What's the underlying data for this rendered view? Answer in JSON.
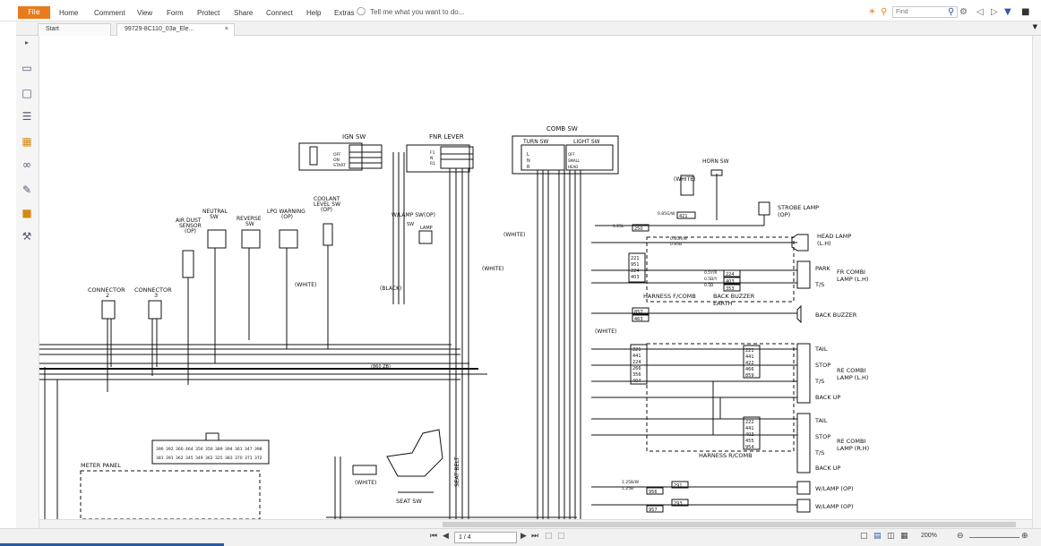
{
  "menu": {
    "file": "File",
    "items": [
      "Home",
      "Comment",
      "View",
      "Form",
      "Protect",
      "Share",
      "Connect",
      "Help",
      "Extras"
    ],
    "tell_me": "Tell me what you want to do...",
    "find_placeholder": "Find"
  },
  "tabs": [
    {
      "label": "Start"
    },
    {
      "label": "99729-8C110_03a_Ele..."
    }
  ],
  "status": {
    "page": "1 / 4",
    "zoom": "200%"
  },
  "diagram": {
    "switch_labels": {
      "ign": "IGN SW",
      "fnr": "FNR LEVER",
      "comb": "COMB SW",
      "turn": "TURN SW",
      "light": "LIGHT SW",
      "horn": "HORN SW",
      "strobe": "STROBE LAMP",
      "strobe_op": "(OP)"
    },
    "ign_rows": [
      "OFF",
      "ON",
      "START"
    ],
    "fnr_rows": [
      "F1",
      "N",
      "R1"
    ],
    "turn_rows": [
      "L",
      "N",
      "R"
    ],
    "light_rows": [
      "OFF",
      "SMALL",
      "HEAD"
    ],
    "sensors": {
      "air_dust": [
        "AIR DUST",
        "SENSOR",
        "(OP)"
      ],
      "neutral": [
        "NEUTRAL",
        "SW"
      ],
      "reverse": [
        "REVERSE",
        "SW"
      ],
      "lpg": [
        "LPG WARNING",
        "(OP)"
      ],
      "coolant": [
        "COOLANT",
        "LEVEL SW",
        "(OP)"
      ],
      "wlamp_sw": "W/LAMP SW(OP)",
      "sw": "SW",
      "lamp": "LAMP"
    },
    "connectors": [
      "CONNECTOR",
      "2",
      "CONNECTOR",
      "3"
    ],
    "colors": {
      "white": "(WHITE)",
      "black": "(BLACK)"
    },
    "right_labels": {
      "head_lamp": [
        "HEAD LAMP",
        "(L.H)"
      ],
      "park": "PARK",
      "ts": "T/S",
      "fr_combi": [
        "FR COMBI",
        "LAMP (L.H)"
      ],
      "harness_fcomb": "HARNESS F/COMB",
      "back_buzzer_earth": [
        "BACK BUZZER",
        "EARTH"
      ],
      "back_buzzer": "BACK BUZZER",
      "tail": "TAIL",
      "stop": "STOP",
      "re_combi_lh": [
        "RE COMBI",
        "LAMP (L.H)"
      ],
      "back_up": "BACK UP",
      "re_combi_rh": [
        "RE COMBI",
        "LAMP (R.H)"
      ],
      "harness_rcomb": "HARNESS R/COMB",
      "wlamp": "W/LAMP (OP)"
    },
    "bottom": {
      "meter_panel": "METER PANEL",
      "seat_sw": "SEAT SW",
      "seat_belt": "SEAT BELT",
      "white": "(WHITE)"
    },
    "wire_numbers": [
      "250",
      "421",
      "224",
      "403",
      "353",
      "857",
      "463",
      "291",
      "956",
      "293",
      "957"
    ],
    "wire_codes": [
      "0.85G/W",
      "1.25L",
      "0.85R/W",
      "0.85B",
      "0.5Y/R",
      "0.5B",
      "0.5B/Y",
      "1.25B/W",
      "1.25B"
    ],
    "bus_label": "(860 ZB)",
    "meter_pins_top": [
      "396",
      "392",
      "360",
      "464",
      "356",
      "356",
      "389",
      "394",
      "361",
      "347",
      "398"
    ],
    "meter_pins_bottom": [
      "381",
      "391",
      "362",
      "345",
      "349",
      "362",
      "325",
      "383",
      "370",
      "371",
      "372"
    ],
    "rear_pins_lh": [
      "221",
      "441",
      "422",
      "466",
      "859"
    ],
    "rear_pins_rh": [
      "222",
      "441",
      "403",
      "455",
      "954"
    ],
    "fr_pins": [
      "221",
      "951",
      "224",
      "403"
    ],
    "mid_pins": [
      "221",
      "441",
      "224",
      "266",
      "356",
      "404"
    ]
  }
}
